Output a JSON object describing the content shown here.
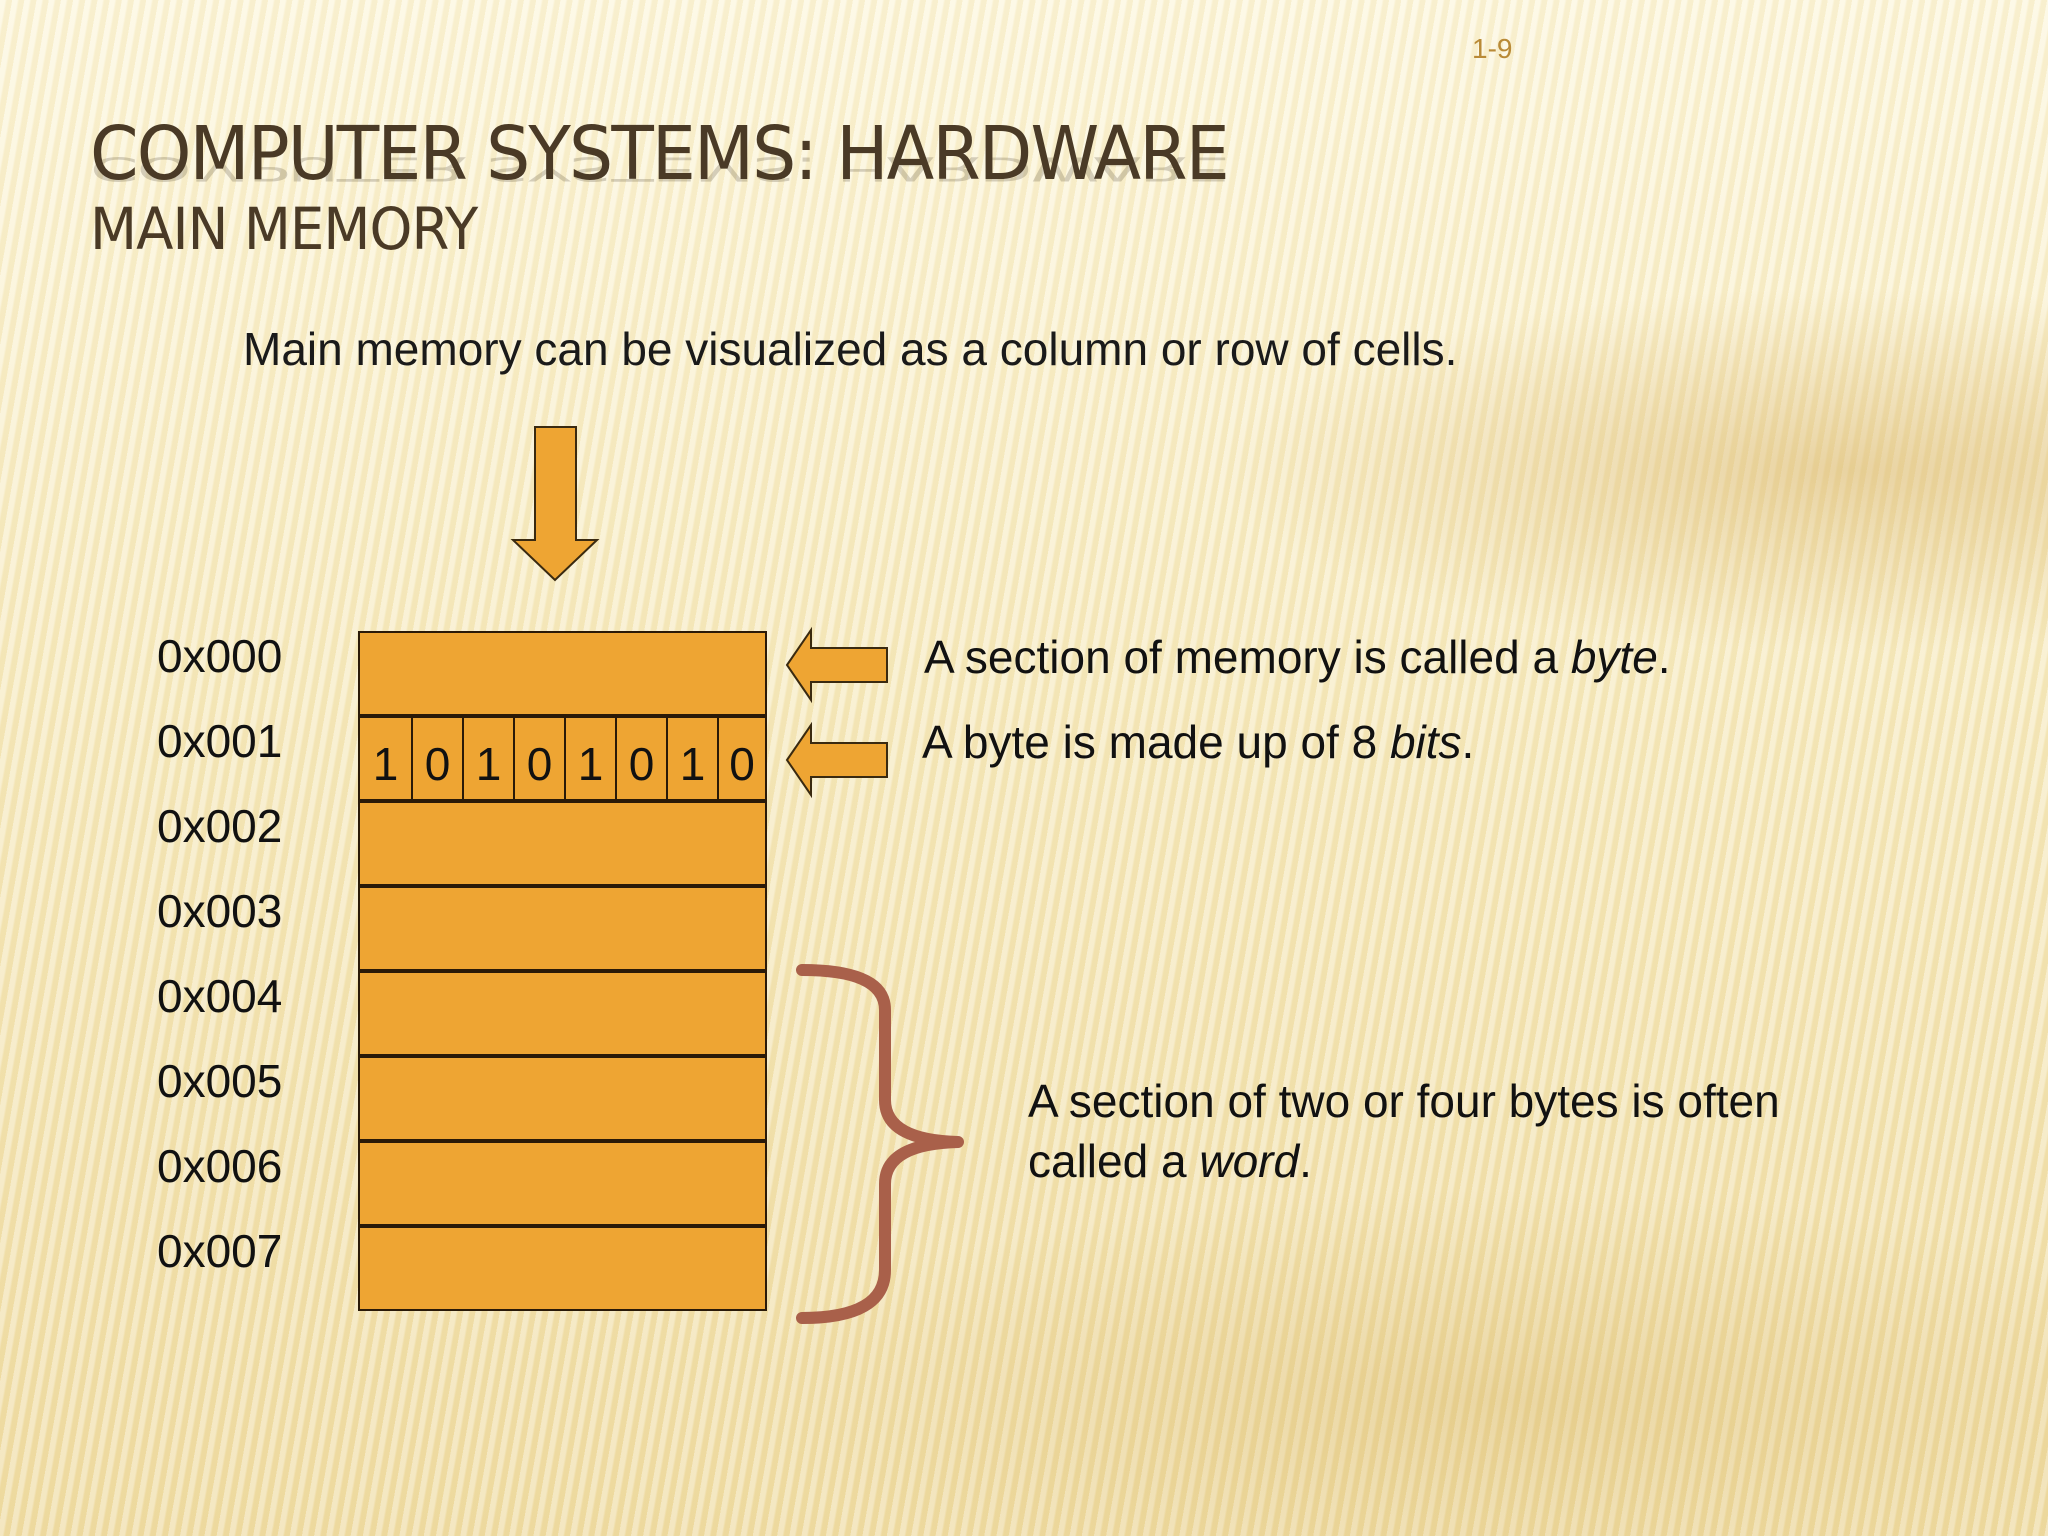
{
  "slide": {
    "page_number": "1-9",
    "title": "COMPUTER SYSTEMS: HARDWARE",
    "subtitle": "MAIN MEMORY",
    "intro": "Main memory can be visualized as a column or row of cells."
  },
  "memory": {
    "addresses": [
      "0x000",
      "0x001",
      "0x002",
      "0x003",
      "0x004",
      "0x005",
      "0x006",
      "0x007"
    ],
    "bits": [
      "1",
      "0",
      "1",
      "0",
      "1",
      "0",
      "1",
      "0"
    ]
  },
  "notes": {
    "byte": {
      "before": "A section of memory is called a ",
      "term": "byte",
      "after": "."
    },
    "bits": {
      "before": "A byte is made up of 8 ",
      "term": "bits",
      "after": "."
    },
    "word": {
      "line1": "A section of two or four bytes is often",
      "before": "called a ",
      "term": "word",
      "after": "."
    }
  },
  "colors": {
    "cell_fill": "#eea533",
    "arrow_fill": "#eea533",
    "brace": "#a9604a",
    "title_text": "#4a3a26"
  }
}
